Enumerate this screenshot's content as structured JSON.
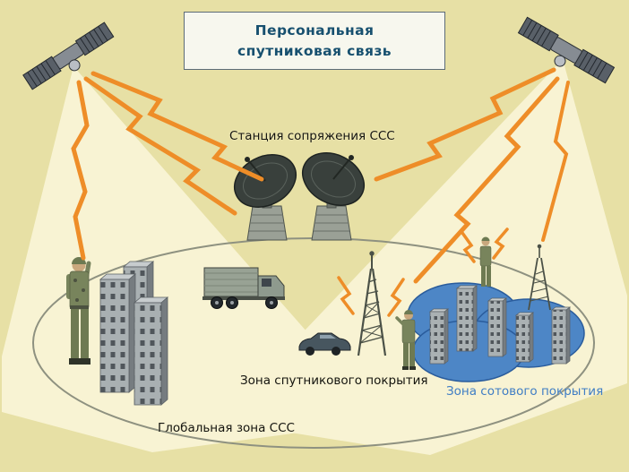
{
  "title": {
    "text": "Персональная спутниковая связь"
  },
  "labels": {
    "gateway_station": "Станция сопряжения ССС",
    "satellite_coverage": "Зона спутникового покрытия",
    "cellular_coverage": "Зона сотового покрытия",
    "global_zone": "Глобальная зона ССС"
  },
  "colors": {
    "background": "#e7e0a5",
    "beam": "#f8f3d3",
    "lightning": "#ee8d28",
    "cellular_zone_fill": "#4d86c6",
    "cellular_zone_stroke": "#2a5c9c",
    "title_text": "#17506f",
    "cellular_label_text": "#3f7dc4",
    "label_text": "#14140e"
  },
  "icons": {
    "satellite_left": "satellite-icon",
    "satellite_right": "satellite-icon",
    "gateway_dishes": "satellite-dish-icon",
    "lightning": "lightning-bolt-icon",
    "radio_tower": "radio-tower-icon",
    "cell_tower": "radio-tower-icon",
    "truck": "truck-icon",
    "car": "car-icon",
    "soldier": "soldier-icon",
    "buildings": "buildings-icon"
  }
}
